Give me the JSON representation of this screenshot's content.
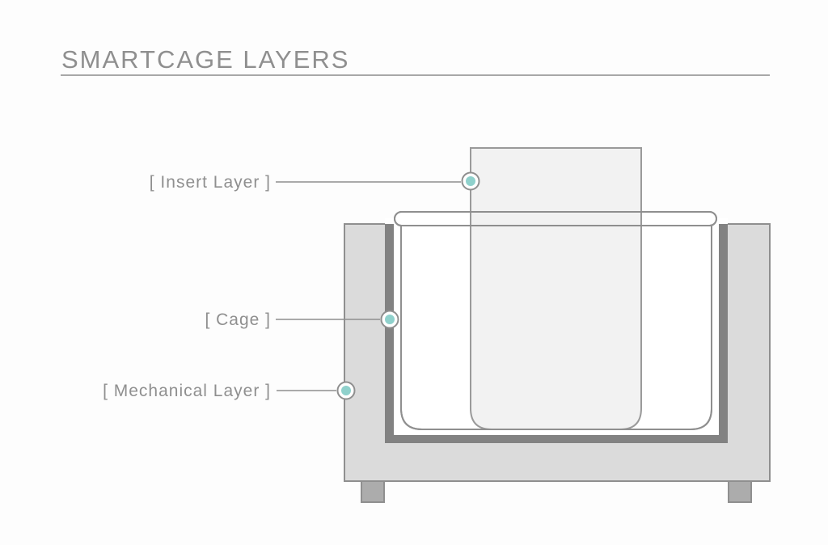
{
  "header": {
    "title": "SMARTCAGE LAYERS"
  },
  "callouts": [
    {
      "label": "[ Insert Layer ]",
      "target": "insert-layer"
    },
    {
      "label": "[ Cage ]",
      "target": "cage"
    },
    {
      "label": "[ Mechanical Layer ]",
      "target": "mechanical-layer"
    }
  ],
  "colors": {
    "background": "#FDFDFD",
    "text_gray": "#8F8F8F",
    "outline_gray": "#8F8F8F",
    "underline_gray": "#A8A8A8",
    "mechanical_fill": "#DBDBDB",
    "foot_fill": "#ACACAC",
    "liner_dark_gray": "#828282",
    "cage_fill": "#FFFFFF",
    "insert_fill": "#F2F2F2",
    "insert_stroke": "#9A9A9A",
    "accent_teal": "#8FD1CC"
  }
}
